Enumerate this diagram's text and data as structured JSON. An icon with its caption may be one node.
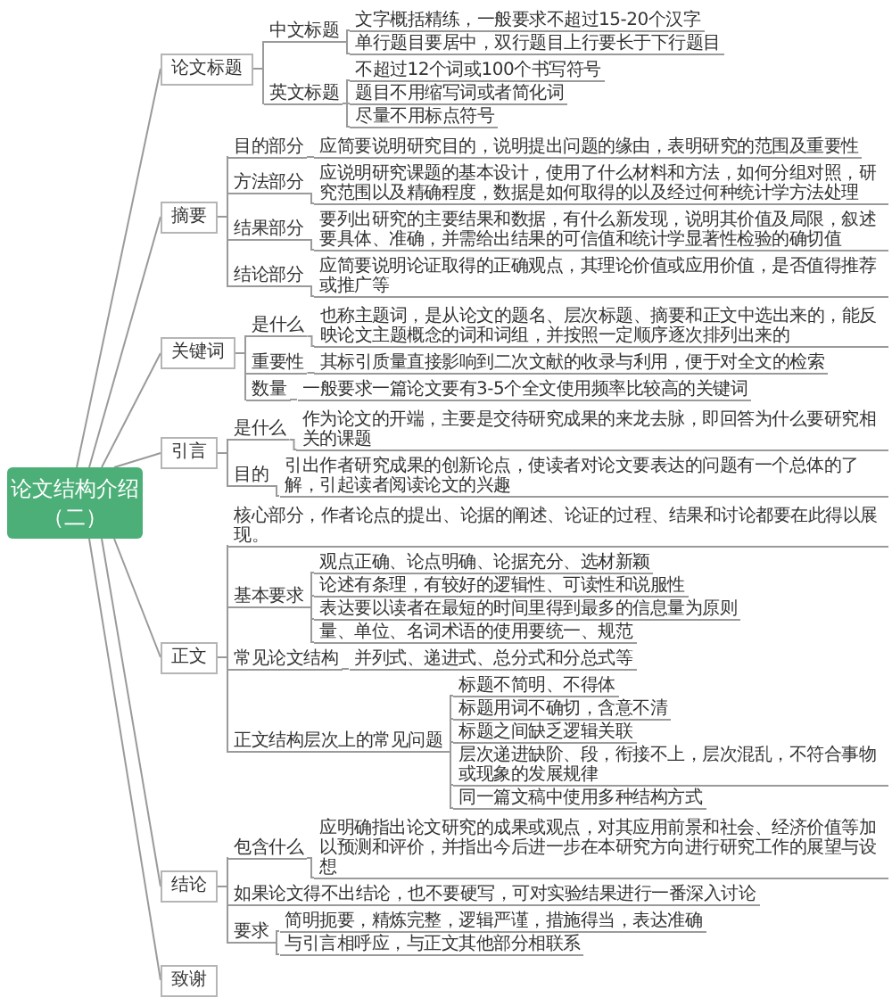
{
  "diagram": {
    "nodes": [
      {
        "text": [
          "论文结构介绍（二）"
        ]
      },
      {
        "text": [
          "论文标题"
        ]
      },
      {
        "text": [
          "中文标题"
        ]
      },
      {
        "text": [
          "文字概括精练，一般要求不超过15-20个汉字"
        ]
      },
      {
        "text": [
          "单行题目要居中，双行题目上行要长于下行题目"
        ]
      },
      {
        "text": [
          "英文标题"
        ]
      },
      {
        "text": [
          "不超过12个词或100个书写符号"
        ]
      },
      {
        "text": [
          "题目不用缩写词或者简化词"
        ]
      },
      {
        "text": [
          "尽量不用标点符号"
        ]
      },
      {
        "text": [
          "摘要"
        ]
      },
      {
        "text": [
          "目的部分"
        ]
      },
      {
        "text": [
          "应简要说明研究目的，说明提出问题的缘由，表明研究的范围及重要性"
        ]
      },
      {
        "text": [
          "方法部分"
        ]
      },
      {
        "text": [
          "应说明研究课题的基本设计，使用了什么材料和方法，如何分组对照，研究范围以及精确程度，数据是如何取得的以及经过何种统计学方法处理"
        ]
      },
      {
        "text": [
          "结果部分"
        ]
      },
      {
        "text": [
          "要列出研究的主要结果和数据，有什么新发现，说明其价值及局限，叙述要具体、准确，并需给出结果的可信值和统计学显著性检验的确切值"
        ]
      },
      {
        "text": [
          "结论部分"
        ]
      },
      {
        "text": [
          "应简要说明论证取得的正确观点，其理论价值或应用价值，是否值得推荐或推广等"
        ]
      },
      {
        "text": [
          "关键词"
        ]
      },
      {
        "text": [
          "是什么"
        ]
      },
      {
        "text": [
          "也称主题词，是从论文的题名、层次标题、摘要和正文中选出来的，能反映论文主题概念的词和词组，并按照一定顺序逐次排列出来的"
        ]
      },
      {
        "text": [
          "重要性"
        ]
      },
      {
        "text": [
          "其标引质量直接影响到二次文献的收录与利用，便于对全文的检索"
        ]
      },
      {
        "text": [
          "数量"
        ]
      },
      {
        "text": [
          "一般要求一篇论文要有3-5个全文使用频率比较高的关键词"
        ]
      },
      {
        "text": [
          "引言"
        ]
      },
      {
        "text": [
          "是什么"
        ]
      },
      {
        "text": [
          "作为论文的开端，主要是交待研究成果的来龙去脉，即回答为什么要研究相关的课题"
        ]
      },
      {
        "text": [
          "目的"
        ]
      },
      {
        "text": [
          "引出作者研究成果的创新论点，使读者对论文要表达的问题有一个总体的了解，引起读者阅读论文的兴趣"
        ]
      },
      {
        "text": [
          "正文"
        ]
      },
      {
        "text": [
          "核心部分，作者论点的提出、论据的阐述、论证的过程、结果和讨论都要在此得以展现。"
        ]
      },
      {
        "text": [
          "基本要求"
        ]
      },
      {
        "text": [
          "观点正确、论点明确、论据充分、选材新颖"
        ]
      },
      {
        "text": [
          "论述有条理，有较好的逻辑性、可读性和说服性"
        ]
      },
      {
        "text": [
          "表达要以读者在最短的时间里得到最多的信息量为原则"
        ]
      },
      {
        "text": [
          "量、单位、名词术语的使用要统一、规范"
        ]
      },
      {
        "text": [
          "常见论文结构"
        ]
      },
      {
        "text": [
          "并列式、递进式、总分式和分总式等"
        ]
      },
      {
        "text": [
          "正文结构层次上的常见问题"
        ]
      },
      {
        "text": [
          "标题不简明、不得体"
        ]
      },
      {
        "text": [
          "标题用词不确切，含意不清"
        ]
      },
      {
        "text": [
          "标题之间缺乏逻辑关联"
        ]
      },
      {
        "text": [
          "层次递进缺阶、段，衔接不上，层次混乱，不符合事物或现象的发展规律"
        ]
      },
      {
        "text": [
          "同一篇文稿中使用多种结构方式"
        ]
      },
      {
        "text": [
          "结论"
        ]
      },
      {
        "text": [
          "包含什么"
        ]
      },
      {
        "text": [
          "应明确指出论文研究的成果或观点，对其应用前景和社会、经济价值等加以预测和评价，并指出今后进一步在本研究方向进行研究工作的展望与设想"
        ]
      },
      {
        "text": [
          "如果论文得不出结论，也不要硬写，可对实验结果进行一番深入讨论"
        ]
      },
      {
        "text": [
          "要求"
        ]
      },
      {
        "text": [
          "简明扼要，精炼完整，逻辑严谨，措施得当，表达准确"
        ]
      },
      {
        "text": [
          "与引言相呼应，与正文其他部分相联系"
        ]
      },
      {
        "text": [
          "致谢"
        ]
      }
    ],
    "edges": [
      {
        "from": 0,
        "to": 1,
        "arrow": "none"
      },
      {
        "from": 1,
        "to": 2,
        "arrow": "none"
      },
      {
        "from": 2,
        "to": 3,
        "arrow": "none"
      },
      {
        "from": 2,
        "to": 4,
        "arrow": "none"
      },
      {
        "from": 1,
        "to": 5,
        "arrow": "none"
      },
      {
        "from": 5,
        "to": 6,
        "arrow": "none"
      },
      {
        "from": 5,
        "to": 7,
        "arrow": "none"
      },
      {
        "from": 5,
        "to": 8,
        "arrow": "none"
      },
      {
        "from": 0,
        "to": 9,
        "arrow": "none"
      },
      {
        "from": 9,
        "to": 10,
        "arrow": "none"
      },
      {
        "from": 10,
        "to": 11,
        "arrow": "none"
      },
      {
        "from": 9,
        "to": 12,
        "arrow": "none"
      },
      {
        "from": 12,
        "to": 13,
        "arrow": "none"
      },
      {
        "from": 9,
        "to": 14,
        "arrow": "none"
      },
      {
        "from": 14,
        "to": 15,
        "arrow": "none"
      },
      {
        "from": 9,
        "to": 16,
        "arrow": "none"
      },
      {
        "from": 16,
        "to": 17,
        "arrow": "none"
      },
      {
        "from": 0,
        "to": 18,
        "arrow": "none"
      },
      {
        "from": 18,
        "to": 19,
        "arrow": "none"
      },
      {
        "from": 19,
        "to": 20,
        "arrow": "none"
      },
      {
        "from": 18,
        "to": 21,
        "arrow": "none"
      },
      {
        "from": 21,
        "to": 22,
        "arrow": "none"
      },
      {
        "from": 18,
        "to": 23,
        "arrow": "none"
      },
      {
        "from": 23,
        "to": 24,
        "arrow": "none"
      },
      {
        "from": 0,
        "to": 25,
        "arrow": "none"
      },
      {
        "from": 25,
        "to": 26,
        "arrow": "none"
      },
      {
        "from": 26,
        "to": 27,
        "arrow": "none"
      },
      {
        "from": 25,
        "to": 28,
        "arrow": "none"
      },
      {
        "from": 28,
        "to": 29,
        "arrow": "none"
      },
      {
        "from": 0,
        "to": 30,
        "arrow": "none"
      },
      {
        "from": 30,
        "to": 31,
        "arrow": "none"
      },
      {
        "from": 30,
        "to": 32,
        "arrow": "none"
      },
      {
        "from": 32,
        "to": 33,
        "arrow": "none"
      },
      {
        "from": 32,
        "to": 34,
        "arrow": "none"
      },
      {
        "from": 32,
        "to": 35,
        "arrow": "none"
      },
      {
        "from": 32,
        "to": 36,
        "arrow": "none"
      },
      {
        "from": 30,
        "to": 37,
        "arrow": "none"
      },
      {
        "from": 37,
        "to": 38,
        "arrow": "none"
      },
      {
        "from": 30,
        "to": 39,
        "arrow": "none"
      },
      {
        "from": 39,
        "to": 40,
        "arrow": "none"
      },
      {
        "from": 39,
        "to": 41,
        "arrow": "none"
      },
      {
        "from": 39,
        "to": 42,
        "arrow": "none"
      },
      {
        "from": 39,
        "to": 43,
        "arrow": "none"
      },
      {
        "from": 39,
        "to": 44,
        "arrow": "none"
      },
      {
        "from": 0,
        "to": 45,
        "arrow": "none"
      },
      {
        "from": 45,
        "to": 46,
        "arrow": "none"
      },
      {
        "from": 46,
        "to": 47,
        "arrow": "none"
      },
      {
        "from": 45,
        "to": 48,
        "arrow": "none"
      },
      {
        "from": 45,
        "to": 49,
        "arrow": "none"
      },
      {
        "from": 49,
        "to": 50,
        "arrow": "none"
      },
      {
        "from": 49,
        "to": 51,
        "arrow": "none"
      },
      {
        "from": 0,
        "to": 52,
        "arrow": "none"
      }
    ]
  }
}
